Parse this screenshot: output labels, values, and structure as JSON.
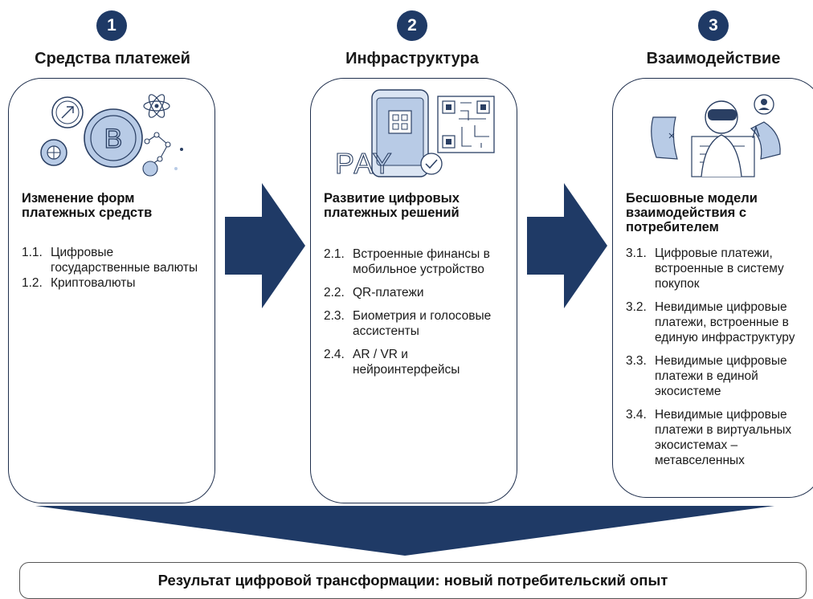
{
  "columns": [
    {
      "number": "1",
      "title": "Средства платежей",
      "heading": "Изменение форм платежных средств",
      "items": [
        {
          "num": "1.1.",
          "text": "Цифровые государственные валюты"
        },
        {
          "num": "1.2.",
          "text": "Криптовалюты"
        }
      ],
      "illustration": "crypto-coins-icon"
    },
    {
      "number": "2",
      "title": "Инфраструктура",
      "heading": "Развитие цифровых платежных решений",
      "items": [
        {
          "num": "2.1.",
          "text": "Встроенные финансы в мобильное устройство"
        },
        {
          "num": "2.2.",
          "text": "QR-платежи"
        },
        {
          "num": "2.3.",
          "text": "Биометрия и голосовые ассистенты"
        },
        {
          "num": "2.4.",
          "text": "AR / VR и нейроинтерфейсы"
        }
      ],
      "illustration": "phone-qr-pay-icon",
      "illustration_text": "PAY"
    },
    {
      "number": "3",
      "title": "Взаимодействие",
      "heading": "Бесшовные модели взаимодействия с потребителем",
      "items": [
        {
          "num": "3.1.",
          "text": "Цифровые платежи, встроенные в систему покупок"
        },
        {
          "num": "3.2.",
          "text": "Невидимые цифровые платежи, встроенные в единую инфраструктуру"
        },
        {
          "num": "3.3.",
          "text": "Невидимые цифровые платежи в единой экосистеме"
        },
        {
          "num": "3.4.",
          "text": "Невидимые цифровые платежи в виртуальных экосистемах – метавселенных"
        }
      ],
      "illustration": "vr-user-icon"
    }
  ],
  "result": "Результат цифровой трансформации: новый потребительский опыт",
  "colors": {
    "accent": "#1f3a66",
    "arrow": "#1f3a66",
    "illustration_line": "#2a3f63",
    "illustration_fill": "#b8cbe6"
  }
}
